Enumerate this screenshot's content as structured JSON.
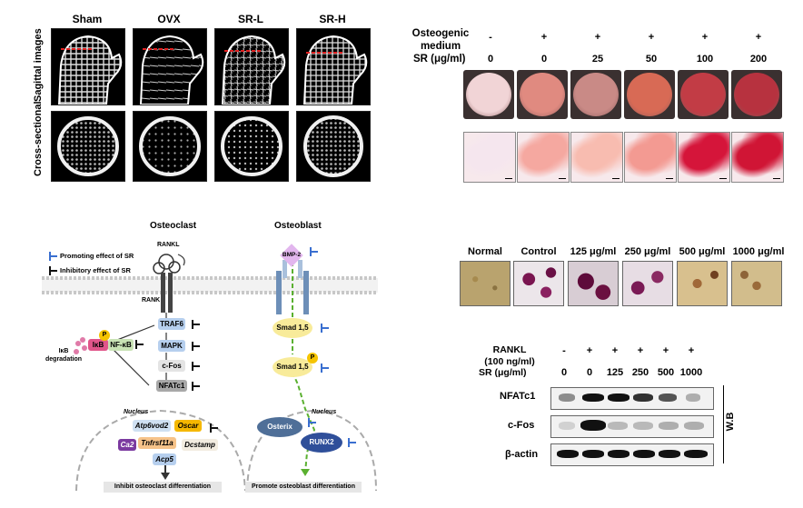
{
  "bone_panel": {
    "groups": [
      "Sham",
      "OVX",
      "SR-L",
      "SR-H"
    ],
    "row_labels": [
      "Sagittal images",
      "Cross-sectional"
    ]
  },
  "alizarin_panel": {
    "osteogenic_label": "Osteogenic\nmedium",
    "sr_label": "SR (μg/ml)",
    "osteogenic": [
      "-",
      "+",
      "+",
      "+",
      "+",
      "+"
    ],
    "sr": [
      "0",
      "0",
      "25",
      "50",
      "100",
      "200"
    ],
    "dish_colors": [
      "#f1d4d6",
      "#e08a80",
      "#c98a86",
      "#d86a55",
      "#c23c45",
      "#b7323f"
    ],
    "micro_colors": [
      "#f5e6ee",
      "#f5a8a0",
      "#f8bcb0",
      "#f39a92",
      "#d5153a",
      "#d01535"
    ]
  },
  "pathway": {
    "osteoclast_title": "Osteoclast",
    "osteoblast_title": "Osteoblast",
    "legend_promoting": "Promoting effect of SR",
    "legend_inhibitory": "Inhibitory effect of SR",
    "rankl": "RANKL",
    "rank": "RANK",
    "traf6": "TRAF6",
    "mapk": "MAPK",
    "cfos": "c-Fos",
    "nfatc1": "NFATc1",
    "ikb": "IκB",
    "nfkb": "NF-κB",
    "ikb_degradation": "IκB\ndegradation",
    "p": "P",
    "nucleus": "Nucleus",
    "genes": [
      "Atp6vod2",
      "Oscar",
      "Tnfrsf11a",
      "Dcstamp",
      "Ca2",
      "Acp5"
    ],
    "inhibit_result": "Inhibit osteoclast differentiation",
    "bmp2": "BMP-2",
    "smad": "Smad 1,5",
    "osterix": "Osterix",
    "runx2": "RUNX2",
    "promote_result": "Promote osteoblast differentiation"
  },
  "trap_panel": {
    "labels": [
      "Normal",
      "Control",
      "125 μg/ml",
      "250 μg/ml",
      "500 μg/ml",
      "1000 μg/ml"
    ]
  },
  "wb_panel": {
    "rankl_label": "RANKL\n(100 ng/ml)",
    "sr_label": "SR (μg/ml)",
    "rankl": [
      "-",
      "+",
      "+",
      "+",
      "+",
      "+"
    ],
    "sr": [
      "0",
      "0",
      "125",
      "250",
      "500",
      "1000"
    ],
    "proteins": [
      "NFATc1",
      "c-Fos",
      "β-actin"
    ],
    "side_label": "W.B"
  }
}
